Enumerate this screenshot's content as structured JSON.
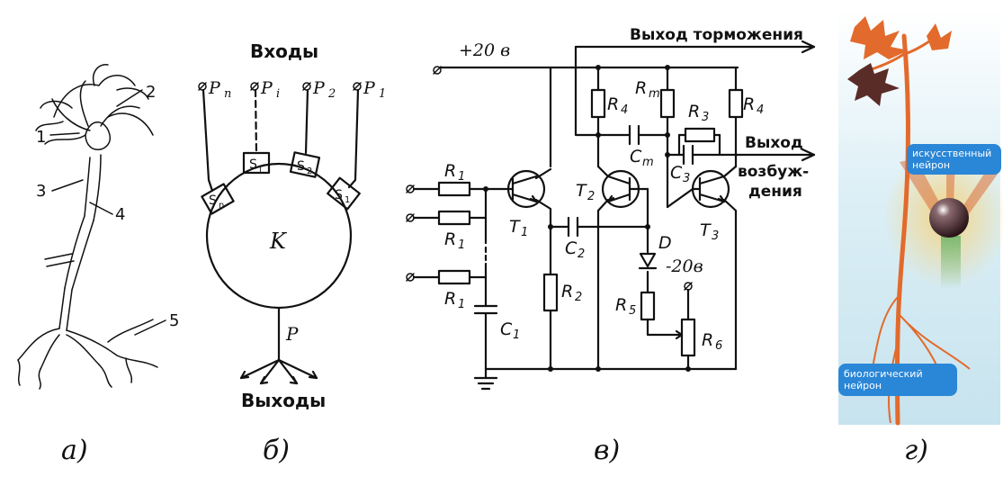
{
  "captions": {
    "a": "а)",
    "b": "б)",
    "v": "в)",
    "g": "г)"
  },
  "neuron_a": {
    "labels": [
      "1",
      "2",
      "3",
      "4",
      "5"
    ]
  },
  "neuron_b": {
    "inputs_title": "Входы",
    "outputs_title": "Выходы",
    "body_label": "K",
    "output_label": "P",
    "input_labels": [
      "P",
      "n",
      "P",
      "i",
      "P",
      "2",
      "P",
      "1"
    ],
    "synapse_labels": [
      "S",
      "n",
      "S",
      "i",
      "S",
      "2",
      "S",
      "1"
    ]
  },
  "circuit": {
    "supply": "+20 в",
    "neg_supply": "-20в",
    "out_inhibit": "Выход торможения",
    "out_excite_1": "Выход",
    "out_excite_2": "возбуж-",
    "out_excite_3": "дения",
    "parts": {
      "R1": [
        "R",
        "1"
      ],
      "R2": [
        "R",
        "2"
      ],
      "R3": [
        "R",
        "3"
      ],
      "R4": [
        "R",
        "4"
      ],
      "R5": [
        "R",
        "5"
      ],
      "R6": [
        "R",
        "6"
      ],
      "Rm": [
        "R",
        "m"
      ],
      "C1": [
        "C",
        "1"
      ],
      "C2": [
        "C",
        "2"
      ],
      "C3": [
        "C",
        "3"
      ],
      "Cm": [
        "C",
        "m"
      ],
      "T1": [
        "T",
        "1"
      ],
      "T2": [
        "T",
        "2"
      ],
      "T3": [
        "T",
        "3"
      ],
      "D": "D"
    }
  },
  "neuron_g": {
    "artificial_label": "искусственный нейрон",
    "biological_label": "биологический нейрон",
    "colors": {
      "panel": "#d8ecf3",
      "badge": "#2a86d6",
      "dendrite": "#e26a2c",
      "soma": "#3a1f24",
      "glow": "#f6d27a"
    }
  }
}
